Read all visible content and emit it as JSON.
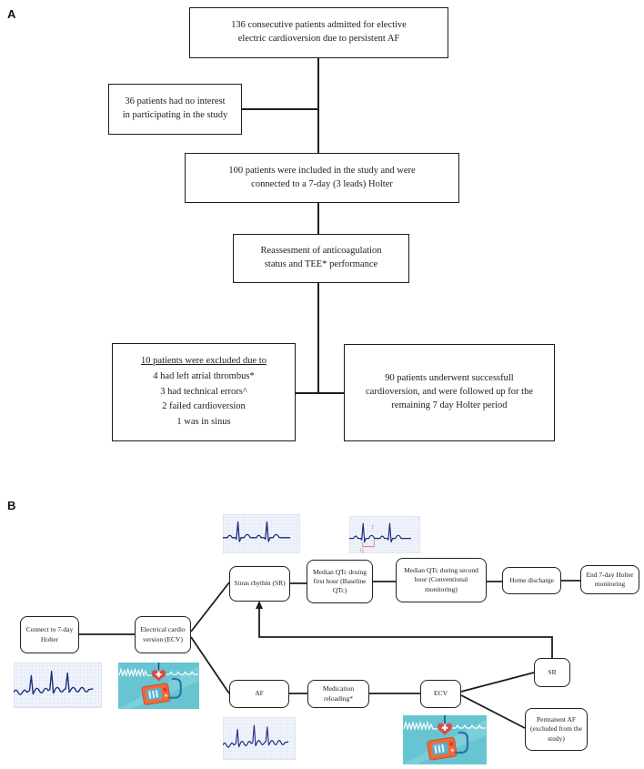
{
  "figure": {
    "panel_a_label": "A",
    "panel_b_label": "B"
  },
  "colors": {
    "flow_line": "#1c1c1c",
    "ecg_trace_navy": "#1c2b7d",
    "ecg_grid_blue": "#cfdaf0",
    "qt_annotation_red": "#e57373",
    "defib_background_teal": "#66c5d0",
    "defib_device_orange": "#ef6a3a",
    "heart_red": "#e04a42",
    "cable_blue": "#2d6fae"
  },
  "panel_a": {
    "boxes": {
      "admitted": "136 consecutive patients admitted for elective\nelectric cardioversion due to persistent AF",
      "no_interest": "36 patients had no interest\nin participating in the study",
      "included": "100 patients were included in the study and were\nconnected to a 7-day (3 leads) Holter",
      "reassessment": "Reassesment of anticoagulation\nstatus and TEE* performance",
      "excluded_title": "10 patients were excluded due to",
      "excluded_items": [
        "4 had left atrial thrombus*",
        "3 had technical errors^",
        "2 failed cardioversion",
        "1 was in sinus"
      ],
      "success": "90 patients underwent successfull\ncardioversion,  and were followed up for the\nremaining 7 day Holter period"
    }
  },
  "panel_b": {
    "boxes": {
      "connect": "Connect to 7-day\nHolter",
      "ecv1": "Electrical cardio\nversion (ECV)",
      "sinus": "Sinus rhythm (SR)",
      "qtc_first": "Median QTc druing\nfirst hour (Baseline\nQTc)",
      "qtc_second": "Median QTc during second\nhour (Conventional\nmonitoring)",
      "home": "Home discharge",
      "end_holter": "End 7-day Holter\nmonitoring",
      "af": "AF",
      "reload": "Medication\nreloading*",
      "ecv2": "ECV",
      "sr": "SR",
      "permanent": "Permanent AF\n(excluded from the\nstudy)"
    },
    "ecg_qt_annotations": {
      "q": "Q",
      "t": "T"
    },
    "images": {
      "ecg_af": "atrial-fibrillation ECG strip",
      "ecg_sinus": "sinus rhythm ECG strip",
      "ecg_qt": "sinus rhythm ECG strip with QT interval marked",
      "defib": "cardioversion defibrillator illustration"
    }
  }
}
